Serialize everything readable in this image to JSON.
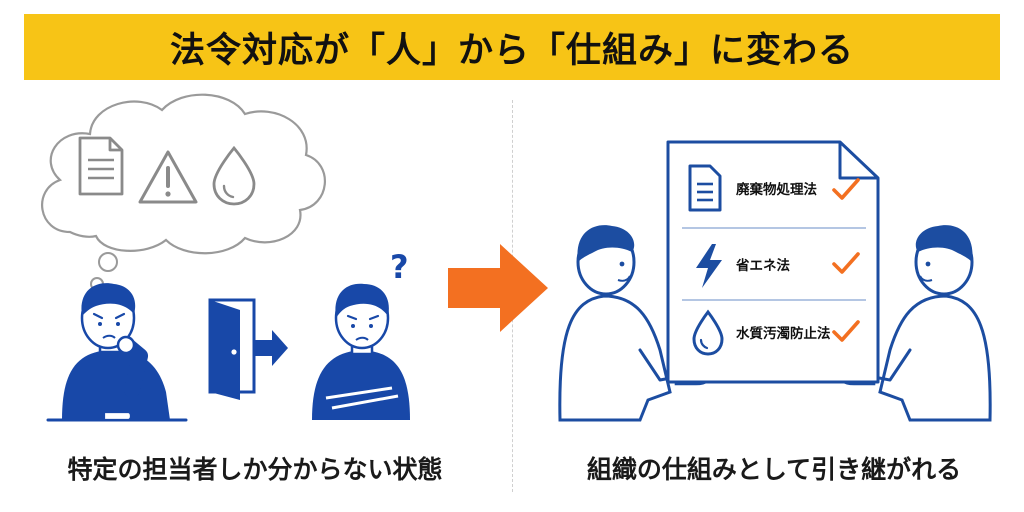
{
  "header": {
    "title": "法令対応が「人」から「仕組み」に変わる"
  },
  "left_panel": {
    "caption": "特定の担当者しか分からない状態",
    "thought_icons": [
      "document-icon",
      "warning-icon",
      "water-drop-icon"
    ],
    "question_mark": "?"
  },
  "right_panel": {
    "caption": "組織の仕組みとして引き継がれる",
    "laws": [
      {
        "icon": "document-icon",
        "label": "廃棄物処理法"
      },
      {
        "icon": "lightning-icon",
        "label": "省エネ法"
      },
      {
        "icon": "water-drop-icon",
        "label": "水質汚濁防止法"
      }
    ]
  },
  "colors": {
    "banner": "#F7C416",
    "person_blue": "#1848A8",
    "accent_orange": "#F37021",
    "icon_gray": "#8a8a8a",
    "line_blue": "#1C4DA1"
  }
}
